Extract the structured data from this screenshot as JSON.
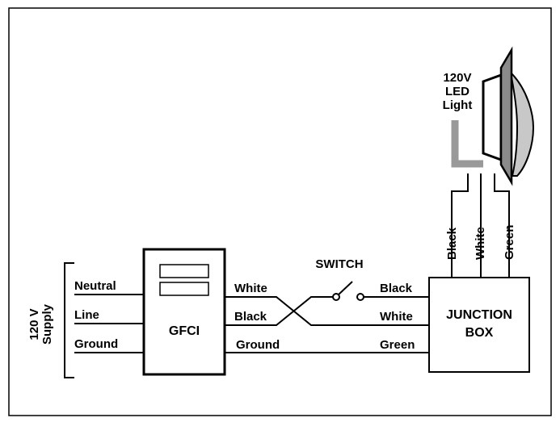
{
  "supply": {
    "label_line1": "120 V",
    "label_line2": "Supply",
    "neutral": "Neutral",
    "line": "Line",
    "ground": "Ground"
  },
  "gfci": {
    "label": "GFCI"
  },
  "wires": {
    "white_left": "White",
    "black_left": "Black",
    "ground_left": "Ground",
    "black_right": "Black",
    "white_right": "White",
    "green_right": "Green"
  },
  "switch": {
    "label": "SWITCH"
  },
  "junction_box": {
    "line1": "JUNCTION",
    "line2": "BOX"
  },
  "light": {
    "line1": "120V",
    "line2": "LED",
    "line3": "Light",
    "wire_black": "Black",
    "wire_white": "White",
    "wire_green": "Green"
  },
  "colors": {
    "frame": "#000000",
    "conduit": "#999999",
    "fixture": "#8a8a8a",
    "lens": "#c8c8c8"
  }
}
